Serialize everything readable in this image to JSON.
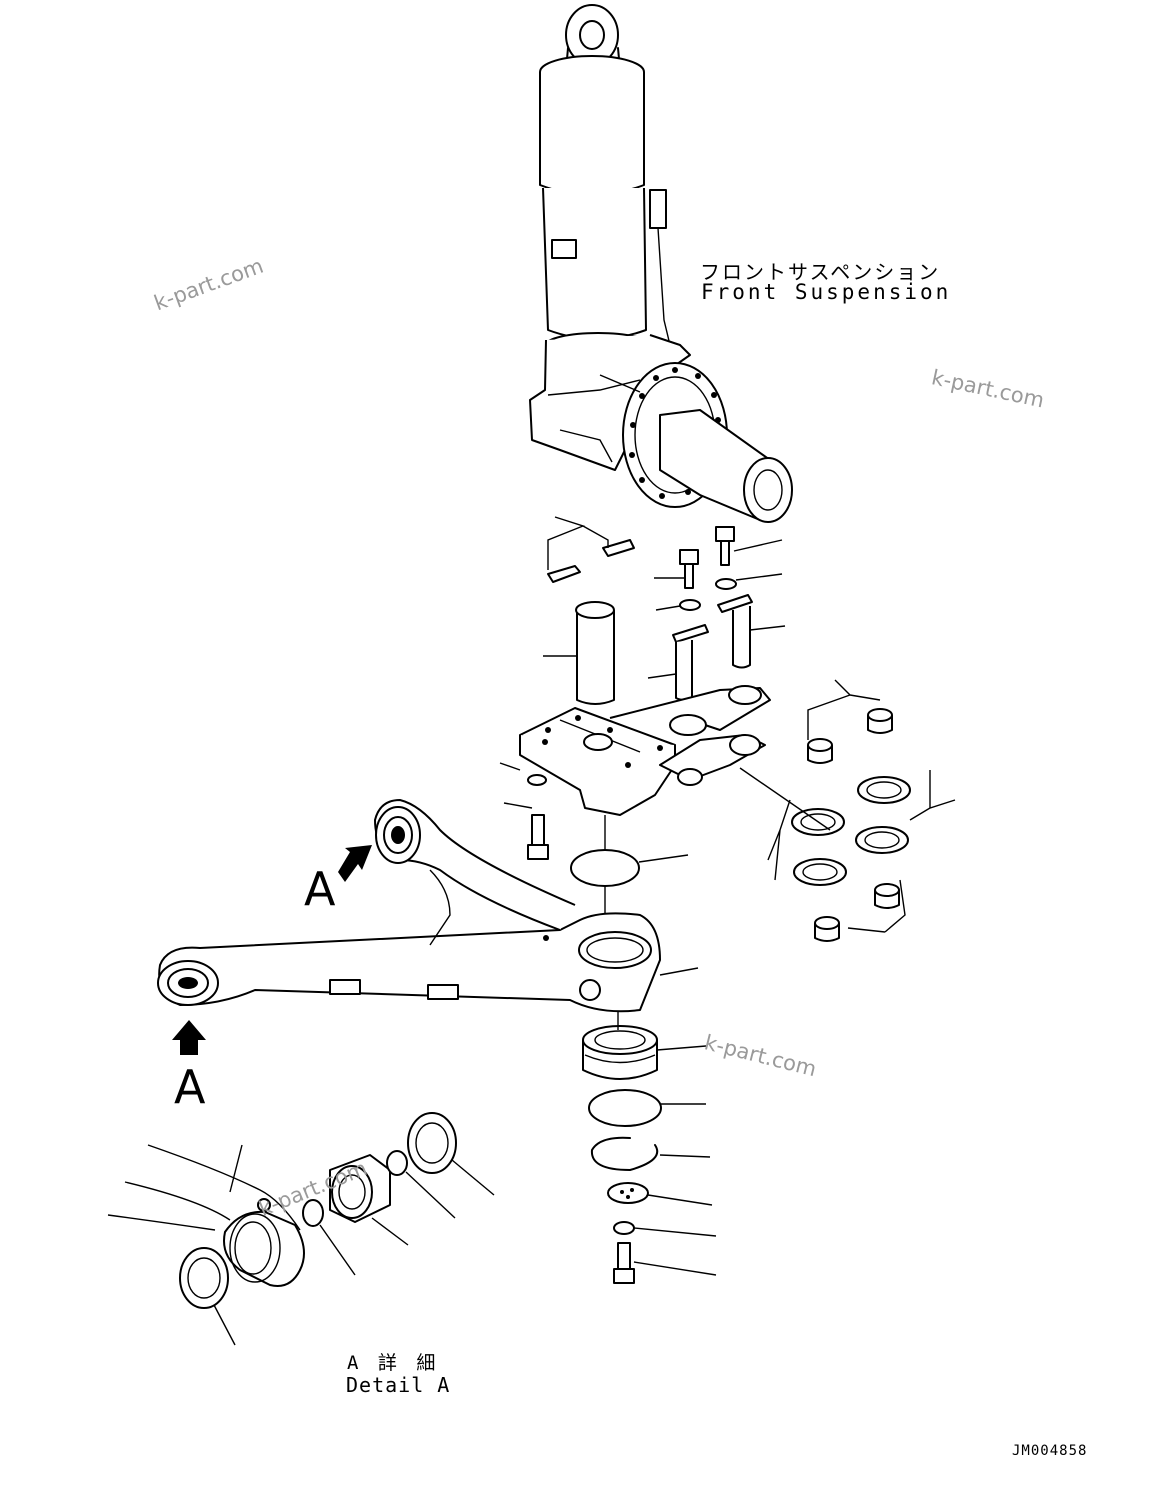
{
  "diagram": {
    "title_jp": "フロントサスペンション",
    "title_en": "Front Suspension",
    "view_marker_upper": "A",
    "view_marker_lower": "A",
    "detail_jp": "A 詳 細",
    "detail_en": "Detail A",
    "drawing_number": "JM004858",
    "watermarks": [
      "k-part.com",
      "k-part.com",
      "k-part.com",
      "k-part.com"
    ]
  }
}
